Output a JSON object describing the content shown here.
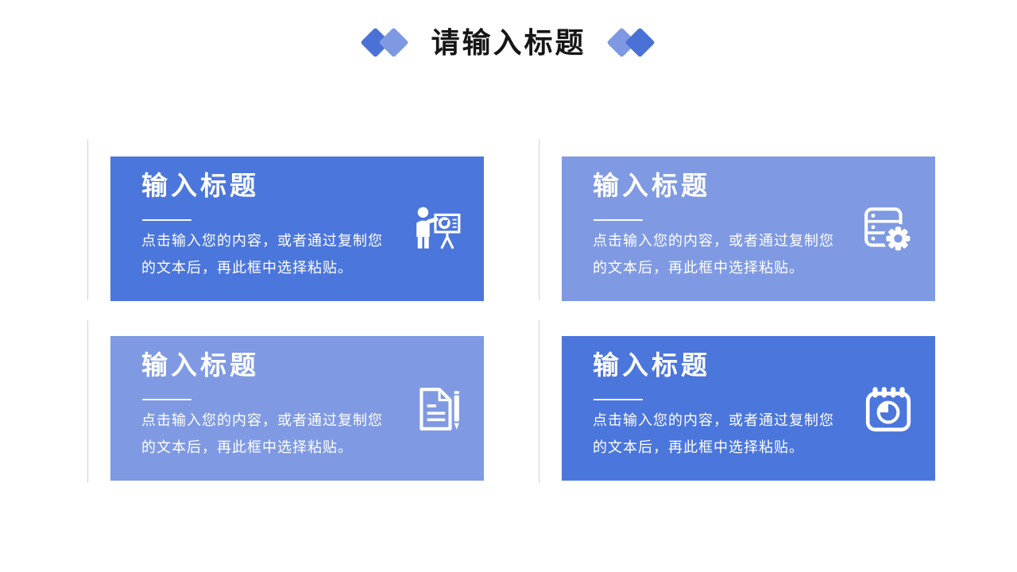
{
  "slide": {
    "background": "#ffffff",
    "header": {
      "title": "请输入标题",
      "decor": "double-diamond"
    },
    "colors": {
      "card_dark_blue": "#4b76dc",
      "card_light_blue": "#7f9ae3",
      "diamond_dark": "#4a71d6",
      "diamond_light": "#7e99e2",
      "title_text": "#161616",
      "card_text": "#ffffff",
      "connector_line": "#cfd4dd"
    },
    "cards": [
      {
        "title": "输入标题",
        "body": "点击输入您的内容，或者通过复制您的文本后，再此框中选择粘贴。",
        "icon": "presenter-board-icon",
        "variant": "dark"
      },
      {
        "title": "输入标题",
        "body": "点击输入您的内容，或者通过复制您的文本后，再此框中选择粘贴。",
        "icon": "server-gear-icon",
        "variant": "light"
      },
      {
        "title": "输入标题",
        "body": "点击输入您的内容，或者通过复制您的文本后，再此框中选择粘贴。",
        "icon": "document-pen-icon",
        "variant": "light"
      },
      {
        "title": "输入标题",
        "body": "点击输入您的内容，或者通过复制您的文本后，再此框中选择粘贴。",
        "icon": "calendar-clock-icon",
        "variant": "dark"
      }
    ]
  }
}
